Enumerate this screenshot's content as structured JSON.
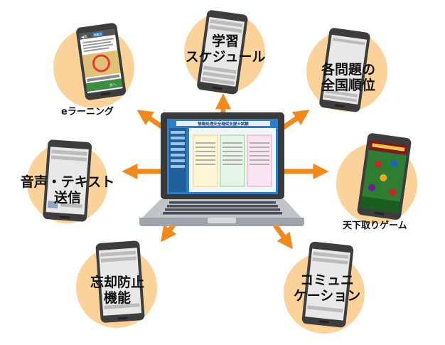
{
  "features": {
    "elearning": "eラーニング",
    "schedule_1": "学習",
    "schedule_2": "スケジュール",
    "ranking_1": "各問題の",
    "ranking_2": "全国順位",
    "voice_1": "音声・テキスト",
    "voice_2": "送信",
    "game": "天下取りゲーム",
    "forget_1": "忘却防止",
    "forget_2": "機能",
    "comm_1": "コミュニ",
    "comm_2": "ケーション"
  },
  "laptop_screen": {
    "title": "情報処理安全確保支援士試験"
  },
  "phone_elearning": {
    "back_label": "◀戻",
    "answer_label": "問題文",
    "next_label": "次へ"
  },
  "colors": {
    "circle": "#fbd29a",
    "arrow": "#f08a1e",
    "phone_body": "#3d3d3d",
    "laptop_screen": "#2b7fc6",
    "accent_green": "#3e8e41",
    "accent_red": "#e53935",
    "game_green": "#2e7d32"
  }
}
